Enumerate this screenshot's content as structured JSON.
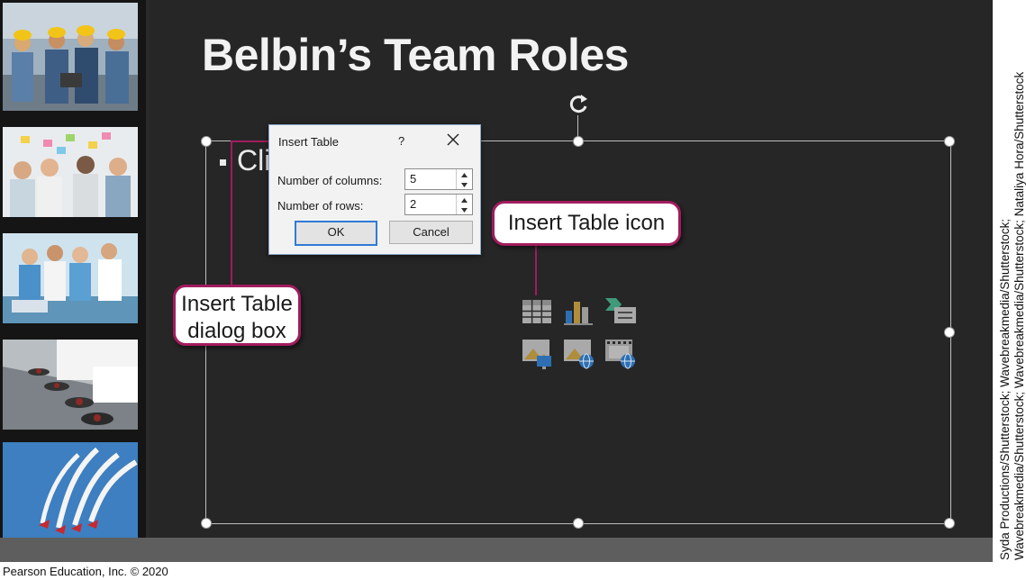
{
  "slide": {
    "title": "Belbin’s Team Roles",
    "bullet_text": "Cli"
  },
  "dialog": {
    "title": "Insert Table",
    "help": "?",
    "columns_label": "Number of columns:",
    "columns_value": "5",
    "rows_label": "Number of rows:",
    "rows_value": "2",
    "ok_label": "OK",
    "cancel_label": "Cancel"
  },
  "callouts": {
    "insert_table_icon": "Insert Table icon",
    "dialog_box_line1": "Insert Table",
    "dialog_box_line2": "dialog box"
  },
  "insert_icons": [
    "table-icon",
    "chart-icon",
    "smartart-icon",
    "pictures-icon",
    "online-pictures-icon",
    "video-icon"
  ],
  "thumbnails": [
    "construction-workers-photo",
    "team-meeting-photo",
    "medical-team-photo",
    "chefs-plating-photo",
    "aerobatic-jets-photo"
  ],
  "footer": {
    "copyright": "Pearson Education, Inc. © 2020",
    "credit_line1": "Syda Productions/Shutterstock; Wavebreakmedia/Shutterstock;",
    "credit_line2": "Wavebreakmedia/Shutterstock; Wavebreakmedia/Shutterstock; Nataliya Hora/Shutterstock"
  },
  "colors": {
    "callout_border": "#a21c5d",
    "slide_bg": "#262626",
    "ok_focus": "#2f7bd6"
  }
}
